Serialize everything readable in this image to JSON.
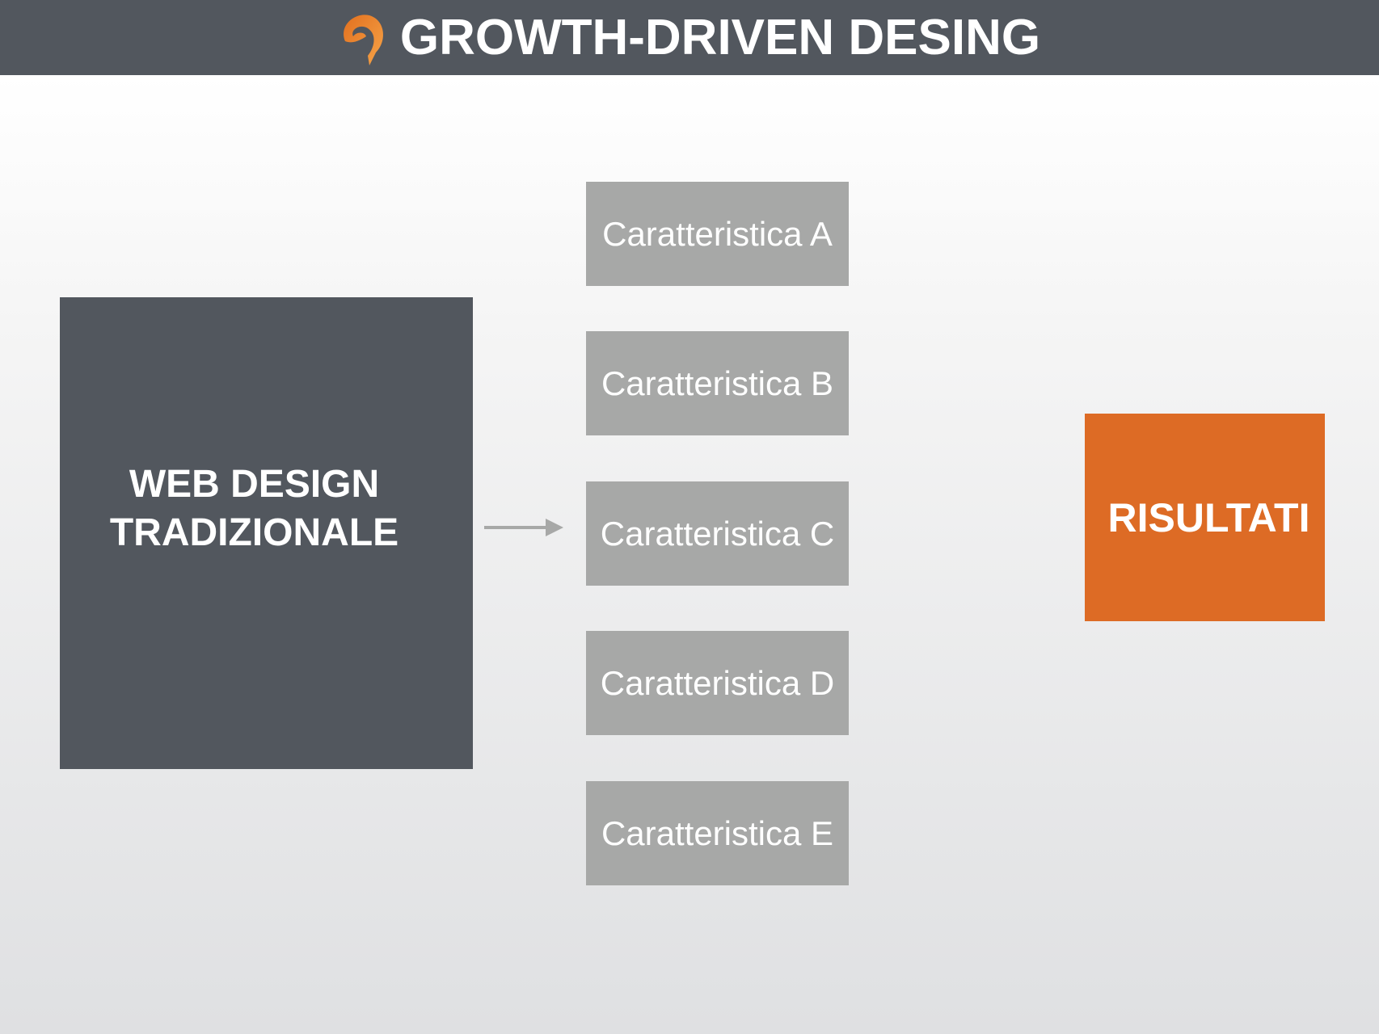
{
  "header": {
    "title": "GROWTH-DRIVEN DESING",
    "logo_icon": "swirl-logo-icon"
  },
  "main_box": {
    "line1": "WEB DESIGN",
    "line2": "TRADIZIONALE"
  },
  "features": [
    "Caratteristica A",
    "Caratteristica B",
    "Caratteristica C",
    "Caratteristica D",
    "Caratteristica E"
  ],
  "result": "RISULTATI",
  "colors": {
    "dark": "#52575e",
    "gray": "#a7a8a7",
    "orange": "#dd6b25"
  }
}
